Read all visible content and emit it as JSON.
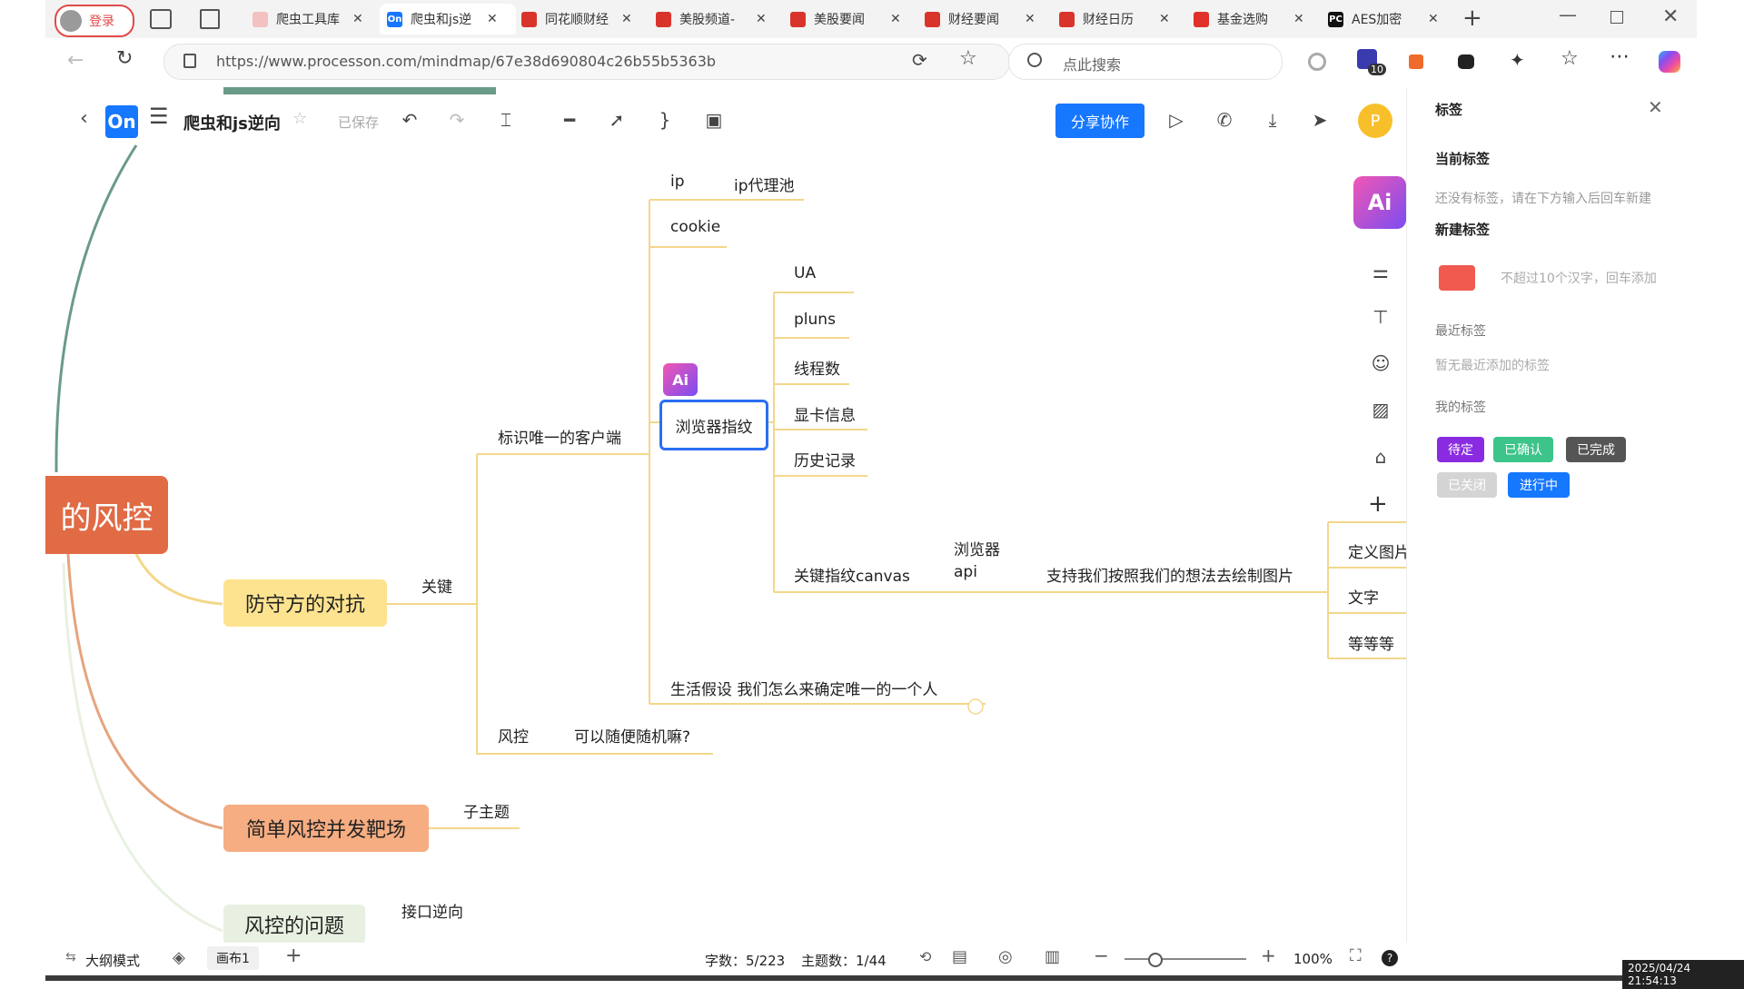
{
  "browser": {
    "login_label": "登录",
    "tabs": [
      {
        "label": "爬虫工具库",
        "color": "#f4c1c1",
        "glyph": "",
        "active": false
      },
      {
        "label": "爬虫和js逆",
        "color": "#1677ff",
        "glyph": "On",
        "active": true
      },
      {
        "label": "同花顺财经",
        "color": "#d9342b",
        "glyph": "",
        "active": false
      },
      {
        "label": "美股频道-",
        "color": "#d9342b",
        "glyph": "",
        "active": false
      },
      {
        "label": "美股要闻",
        "color": "#d9342b",
        "glyph": "",
        "active": false
      },
      {
        "label": "财经要闻",
        "color": "#d9342b",
        "glyph": "",
        "active": false
      },
      {
        "label": "财经日历",
        "color": "#d9342b",
        "glyph": "",
        "active": false
      },
      {
        "label": "基金选购",
        "color": "#e0312a",
        "glyph": "",
        "active": false
      },
      {
        "label": "AES加密",
        "color": "#111111",
        "glyph": "PC",
        "active": false
      }
    ],
    "url": "https://www.processon.com/mindmap/67e38d690804c26b55b5363b",
    "search_placeholder": "点此搜索",
    "extension_badge": "10"
  },
  "app": {
    "logo": "On",
    "doc_title": "爬虫和js逆向",
    "saved_label": "已保存",
    "share_label": "分享协作",
    "avatar_letter": "P"
  },
  "mindmap": {
    "root": "的风控",
    "nodes": {
      "defense": "防守方的对抗",
      "key": "关键",
      "identify": "标识唯一的客户端",
      "ip": "ip",
      "ip_pool": "ip代理池",
      "cookie": "cookie",
      "fingerprint": "浏览器指纹",
      "ua": "UA",
      "pluns": "pluns",
      "threads": "线程数",
      "gpu": "显卡信息",
      "history": "历史记录",
      "canvas": "关键指纹canvas",
      "browser_api": "浏览器\napi",
      "draw": "支持我们按照我们的想法去绘制图片",
      "custom_img": "定义图片",
      "text": "文字",
      "etc": "等等等",
      "life": "生活假设 我们怎么来确定唯一的一个人",
      "risk": "风控",
      "random": "可以随便随机嘛?",
      "simple": "简单风控并发靶场",
      "subtopic": "子主题",
      "problem": "风控的问题",
      "api_reverse": "接口逆向"
    }
  },
  "panel": {
    "title": "标签",
    "current_heading": "当前标签",
    "current_empty": "还没有标签，请在下方输入后回车新建",
    "new_heading": "新建标签",
    "new_color": "#f05a4f",
    "new_placeholder": "不超过10个汉字，回车添加",
    "recent_heading": "最近标签",
    "recent_empty": "暂无最近添加的标签",
    "mine_heading": "我的标签",
    "tags": [
      {
        "label": "待定",
        "color": "#8a2be2"
      },
      {
        "label": "已确认",
        "color": "#3cc48a"
      },
      {
        "label": "已完成",
        "color": "#555555"
      },
      {
        "label": "已关闭",
        "color": "#d4d4d4"
      },
      {
        "label": "进行中",
        "color": "#1677ff"
      }
    ]
  },
  "status": {
    "outline_mode": "大纲模式",
    "canvas_label": "画布1",
    "word_count": "字数：5/223",
    "topic_count": "主题数：1/44",
    "zoom": "100%",
    "zoom_level": 0.5,
    "timestamp": "2025/04/24 21:54:13"
  }
}
